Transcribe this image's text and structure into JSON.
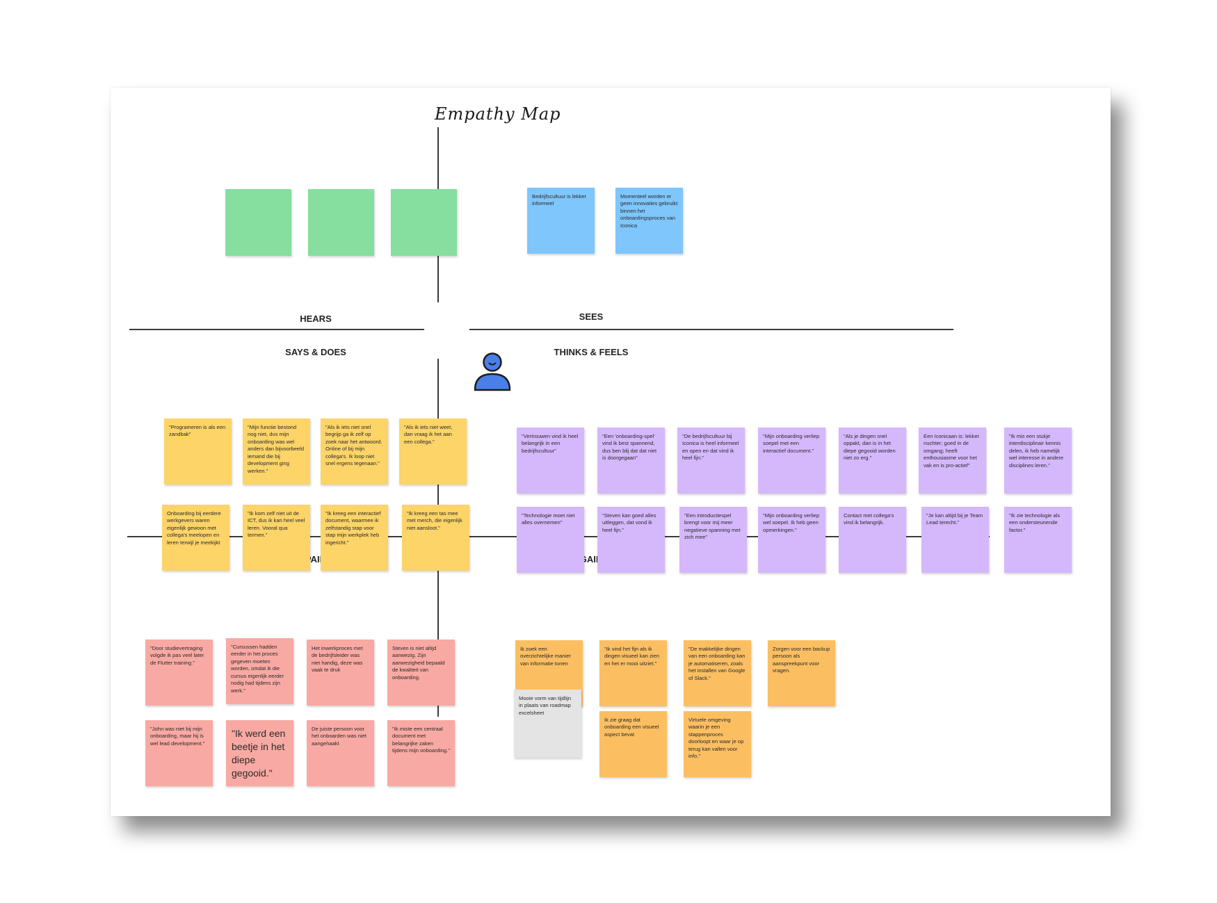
{
  "title": "Empathy Map",
  "quadrants": {
    "hears": "HEARS",
    "sees": "SEES",
    "says_does": "SAYS & DOES",
    "thinks_feels": "THINKS & FEELS",
    "pain": "PAIN",
    "gain": "GAIN"
  },
  "colors": {
    "green": "#86df9f",
    "blue": "#7ec6fc",
    "yellow": "#fcd467",
    "purple": "#d5b8fc",
    "pink": "#f9a9a3",
    "orange": "#fbbf62",
    "gray": "#e4e4e4",
    "avatar": "#4a7ee8"
  },
  "avatar_icon": "person-icon",
  "sees_notes": [
    "Bedrijfscultuur is lekker informeel",
    "Momenteel worden er geen innovaties gebruikt binnen het onboardingsproces van Iconica"
  ],
  "says_does_notes": [
    "\"Programeren is als een zandbak\"",
    "\"Mijn functie bestond nog niet, dus mijn onboarding was wel anders dan bijvoorbeeld iemand die bij development ging werken.\"",
    "\"Als ik iets niet snel begrijp ga ik zelf op zoek naar het antwoord. Online of bij mijn collega's. Ik loop niet snel ergens tegenaan.\"",
    "\"Als ik iets niet weet, dan vraag ik het aan een collega.\"",
    "Onboarding bij eerdere werkgevers waren eigenlijk gewoon met collega's meelopen en leren terwijl je meekijkt",
    "\"Ik kom zelf niet uit de ICT, dus ik kan heel veel leren. Vooral qua termen.\"",
    "\"Ik kreeg een interactief document, waarmee ik zelfstandig stap voor stap mijn werkplek heb ingericht.\"",
    "\"Ik kreeg een tas mee met merch, die eigenlijk niet aansloot.\""
  ],
  "thinks_feels_notes": [
    "\"Vertrouwen vind ik heel belangrijk in een bedrijfscultuur\"",
    "\"Een 'onboarding-spel' vind ik best spannend, dus ben blij dat dat niet is doorgegaan\"",
    "\"De bedrijfscultuur bij Iconica is heel informeel en open en dat vind ik heel fijn.\"",
    "\"Mijn onboarding verliep soepel met een interactief document.\"",
    "\"Als je dingen snel oppakt, dan is in het diepe gegooid worden niet zo erg.\"",
    "Een Iconicaan is: lekker nuchter; goed in de omgang; heeft enthousiasme voor het vak en is pro-actief\"",
    "\"Ik mis een stukje interdisciplinair kennis delen, ik heb namelijk wel interesse in andere disciplines leren.\"",
    "\"Technologie moet niet alles overnemen\"",
    "\"Steven kan goed alles uitleggen, dat vond ik heel fijn.\"",
    "\"Een introductiespel brengt voor mij meer negatieve spanning met zich mee\"",
    "\"Mijn onboarding verliep wel soepel. Ik heb geen opmerkingen.\"",
    "Contact met collega's vind ik belangrijk.",
    "\"Je kan altijd bij je Team Lead terecht.\"",
    "\"Ik zie technologie als een ondersteunende factor.\""
  ],
  "pain_notes": [
    "\"Door studievertraging volgde ik pas veel later de Flutter training.\"",
    "\"Cursussen hadden eerder in het proces gegeven moeten worden, omdat ik die cursus eigenlijk eerder nodig had tijdens zijn werk.\"",
    "Het inwerkproces met de bedrijfsleider was niet handig, deze was vaak te druk",
    "Steven is niet altijd aanwezig. Zijn aanwezigheid bepaald de kwaliteit van onboarding.",
    "\"John was niet bij mijn onboarding, maar hij is wel lead development.\"",
    "\"Ik werd een beetje in het diepe gegooid.\"",
    "De juiste persoon voor het onboarden was niet aangehaakt",
    "\"Ik miste een centraal document met belangrijke zaken tijdens mijn onboarding.\""
  ],
  "gain_notes": [
    "Ik zoek een overzichtelijke manier van informatie tonen",
    "Mooie vorm van tijdlijn in plaats van roadmap excelsheet",
    "\"Ik vind het fijn als ik dingen visueel kan zien en het er mooi uitziet.\"",
    "Ik zie graag dat onboarding een visueel aspect bevat",
    "\"De makkelijke dingen van een onboarding kan je automatiseren, zoals het installen van Google of Slack.\"",
    "Virtuele omgeving waarin je een stappenproces doorloopt en waar je op terug kan vallen voor info.\"",
    "Zorgen voor een backup persoon als aanspreekpunt voor vragen."
  ]
}
